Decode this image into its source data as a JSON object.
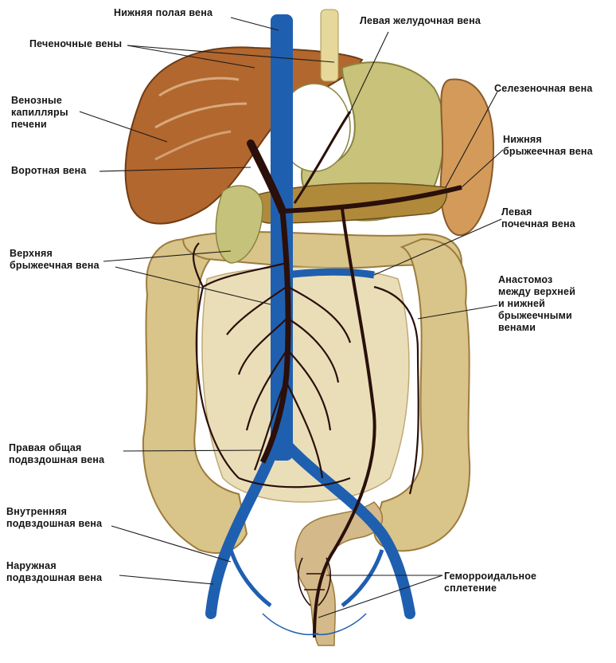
{
  "labels": {
    "ivc": "Нижняя полая вена",
    "hepatic_veins": "Печеночные вены",
    "venous_capillaries": [
      "Венозные",
      "капилляры",
      "печени"
    ],
    "portal_vein": "Воротная вена",
    "superior_mesenteric": [
      "Верхняя",
      "брыжеечная вена"
    ],
    "right_common_iliac": [
      "Правая общая",
      "подвздошная вена"
    ],
    "internal_iliac": [
      "Внутренняя",
      "подвздошная вена"
    ],
    "external_iliac": [
      "Наружная",
      "подвздошная вена"
    ],
    "left_gastric": "Левая желудочная вена",
    "splenic": "Селезеночная вена",
    "inferior_mesenteric": [
      "Нижняя",
      "брыжеечная вена"
    ],
    "left_renal": [
      "Левая",
      "почечная вена"
    ],
    "anastomosis": [
      "Анастомоз",
      "между верхней",
      "и нижней",
      "брыжеечными",
      "венами"
    ],
    "hemorrhoidal": [
      "Геморроидальное",
      "сплетение"
    ]
  },
  "colors": {
    "vein_blue": "#1f5fb0",
    "portal_dark": "#2a0f0a",
    "liver": "#b2672e",
    "stomach": "#c8c27a",
    "colon": "#d9c48a",
    "spleen": "#d39a5a"
  }
}
